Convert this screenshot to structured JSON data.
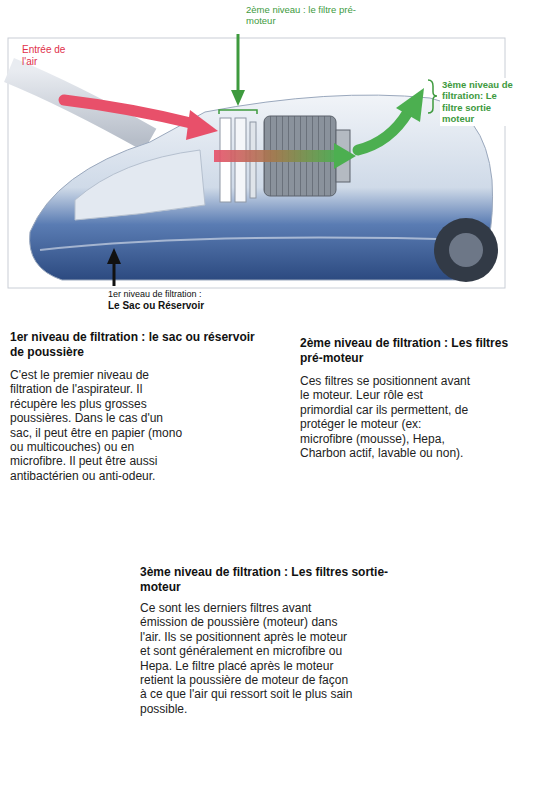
{
  "diagram": {
    "labels": [
      "2ème niveau : le filtre pré-moteur",
      "3ème niveau de filtration: Le filtre sortie moteur",
      "Entrée de l'air",
      "1er niveau de filtration :",
      "Le Sac ou Réservoir",
      "1er niveau de filtration : le sac ou réservoir de poussière",
      "C'est le premier niveau de filtration de l'aspirateur. Il récupère les plus grosses poussières. Dans le cas d'un sac, il peut être en papier (mono ou multicouches) ou en microfibre. Il peut être aussi antibactérien ou anti-odeur.",
      "2ème niveau de filtration : Les filtres pré-moteur",
      "Ces filtres se positionnent avant le moteur. Leur rôle est primordial car ils permettent, de protéger le moteur (ex: microfibre (mousse), Hepa, Charbon actif, lavable ou non).",
      "3ème niveau de filtration : Les filtres sortie-moteur",
      "Ce sont les derniers filtres avant émission de poussière (moteur) dans l'air. Ils se positionnent après le moteur et sont généralement en microfibre ou Hepa. Le filtre placé après le moteur retient la poussière de moteur de façon à ce que l'air qui ressort soit le plus sain possible."
    ]
  }
}
